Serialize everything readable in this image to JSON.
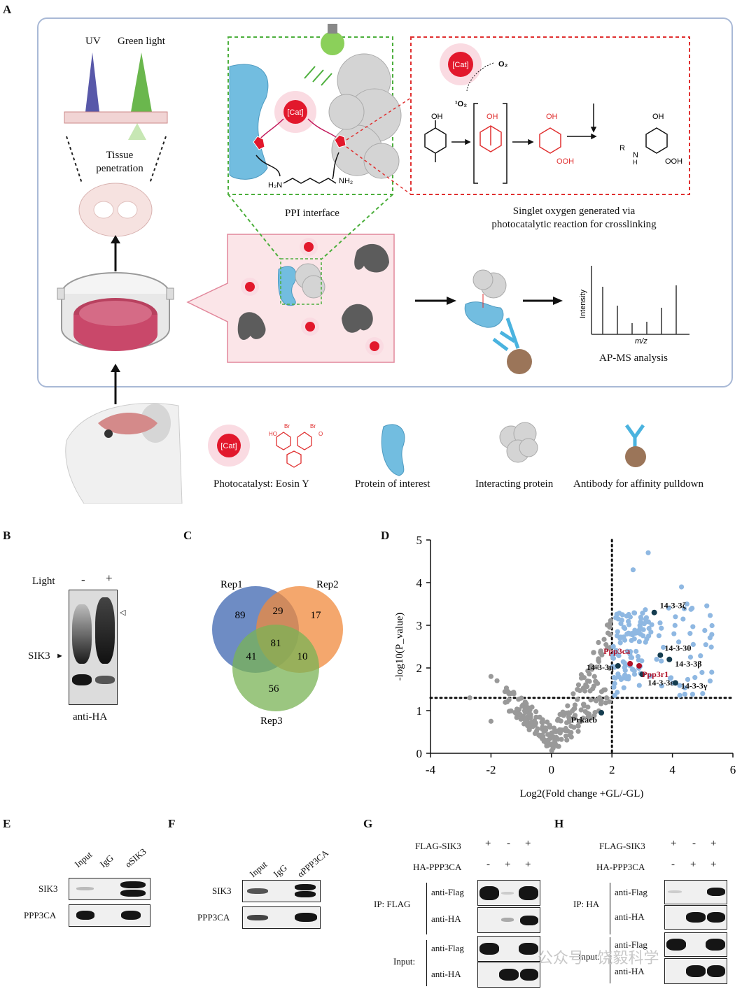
{
  "panels": {
    "a": "A",
    "b": "B",
    "c": "C",
    "d": "D",
    "e": "E",
    "f": "F",
    "g": "G",
    "h": "H"
  },
  "figure_a": {
    "uv": "UV",
    "green_light": "Green light",
    "tissue_line1": "Tissue",
    "tissue_line2": "penetration",
    "ppi_interface": "PPI interface",
    "singlet_line1": "Singlet oxygen generated via",
    "singlet_line2": "photocatalytic reaction for crosslinking",
    "cat": "[Cat]",
    "o2": "O₂",
    "singlet_o2": "¹O₂",
    "oh": "OH",
    "ooh": "OOH",
    "r": "R",
    "nh": "N",
    "h": "H",
    "h2n": "H₂N",
    "nh2": "NH₂",
    "intensity": "Intensity",
    "mz": "m/z",
    "apms": "AP-MS analysis",
    "legend": [
      "Photocatalyst: Eosin Y",
      "Protein of interest",
      "Interacting protein",
      "Antibody for affinity pulldown"
    ],
    "eosin_br": "Br",
    "eosin_ho": "HO",
    "eosin_o": "O"
  },
  "figure_b": {
    "light": "Light",
    "minus": "-",
    "plus": "+",
    "sik3": "SIK3",
    "antibody": "anti-HA"
  },
  "figure_c": {
    "rep1": "Rep1",
    "rep2": "Rep2",
    "rep3": "Rep3",
    "only1": "89",
    "only2": "17",
    "only3": "56",
    "r12": "29",
    "r13": "41",
    "r23": "10",
    "r123": "81"
  },
  "chart_data": {
    "type": "scatter",
    "title": "",
    "xlabel": "Log2(Fold change +GL/-GL)",
    "ylabel": "-log10(P_value)",
    "xlim": [
      -4,
      6
    ],
    "ylim": [
      0,
      5
    ],
    "xticks": [
      "-4",
      "-2",
      "0",
      "2",
      "4",
      "6"
    ],
    "yticks": [
      "0",
      "1",
      "2",
      "3",
      "4",
      "5"
    ],
    "thresholds": {
      "x": 2,
      "y": 1.3
    },
    "colors": {
      "background": "#999999",
      "enriched": "#8fb8e2",
      "highlight_dark": "#143c4f",
      "highlight_red": "#b01028"
    },
    "labeled_points": [
      {
        "name": "14-3-3ζ",
        "x": 3.4,
        "y": 3.3,
        "color": "dark"
      },
      {
        "name": "14-3-3θ",
        "x": 3.6,
        "y": 2.3,
        "color": "dark"
      },
      {
        "name": "14-3-3β",
        "x": 3.9,
        "y": 2.2,
        "color": "dark"
      },
      {
        "name": "14-3-3η",
        "x": 2.2,
        "y": 2.05,
        "color": "dark"
      },
      {
        "name": "14-3-3ε",
        "x": 3.0,
        "y": 1.85,
        "color": "dark"
      },
      {
        "name": "14-3-3γ",
        "x": 4.1,
        "y": 1.65,
        "color": "dark"
      },
      {
        "name": "Ppp3ca",
        "x": 2.6,
        "y": 2.1,
        "color": "red"
      },
      {
        "name": "Ppp3r1",
        "x": 2.9,
        "y": 2.05,
        "color": "red"
      },
      {
        "name": "Prkacb",
        "x": 1.65,
        "y": 0.95,
        "color": "dark"
      }
    ]
  },
  "figure_e": {
    "lanes": [
      "Input",
      "IgG",
      "αSIK3"
    ],
    "rows": [
      "SIK3",
      "PPP3CA"
    ]
  },
  "figure_f": {
    "lanes": [
      "Input",
      "IgG",
      "αPPP3CA"
    ],
    "rows": [
      "SIK3",
      "PPP3CA"
    ]
  },
  "figure_g": {
    "flag_sik3": "FLAG-SIK3",
    "ha_ppp3ca": "HA-PPP3CA",
    "row1": [
      "+",
      "-",
      "+"
    ],
    "row2": [
      "-",
      "+",
      "+"
    ],
    "ip": "IP: FLAG",
    "input": "Input:",
    "ab1": "anti-Flag",
    "ab2": "anti-HA"
  },
  "figure_h": {
    "flag_sik3": "FLAG-SIK3",
    "ha_ppp3ca": "HA-PPP3CA",
    "row1": [
      "+",
      "-",
      "+"
    ],
    "row2": [
      "-",
      "+",
      "+"
    ],
    "ip": "IP: HA",
    "input": "Input:",
    "ab1": "anti-Flag",
    "ab2": "anti-HA"
  },
  "watermark": "公众号 · 饶毅科学"
}
